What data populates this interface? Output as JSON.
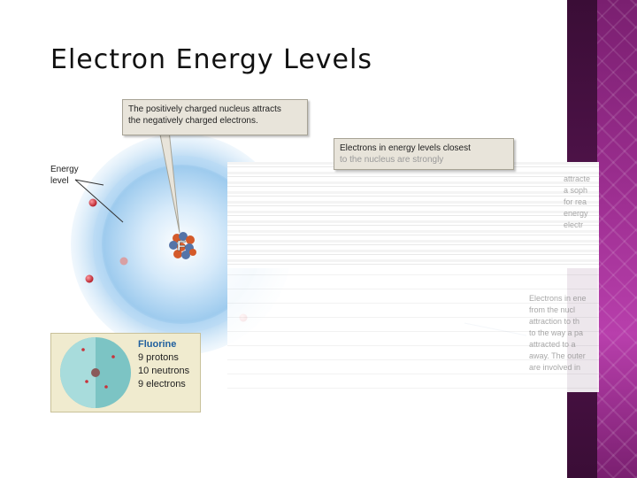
{
  "slide": {
    "title": "Electron Energy Levels"
  },
  "diagram": {
    "nucleus_symbol": "F",
    "callout_top": [
      "The positively charged nucleus attracts",
      "the negatively charged electrons."
    ],
    "callout_right": [
      "Electrons in energy levels closest",
      "to the nucleus are strongly"
    ],
    "energy_level_label": [
      "Energy",
      "level"
    ],
    "faded_right_upper": [
      "attracte",
      "a soph",
      "for rea",
      "energy",
      "electr"
    ],
    "faded_right_lower": [
      "Electrons in ene",
      "from the nucl",
      "attraction to th",
      "to the way a pa",
      "attracted to a",
      "away. The outer",
      "are involved in"
    ],
    "fluorine": {
      "title": "Fluorine",
      "protons": "9 protons",
      "neutrons": "10 neutrons",
      "electrons": "9 electrons"
    }
  },
  "colors": {
    "accent_purple": "#9c2e90",
    "electron": "#c8323a",
    "shell_blue": "#7fb8e6",
    "callout_bg": "#e8e4da"
  }
}
